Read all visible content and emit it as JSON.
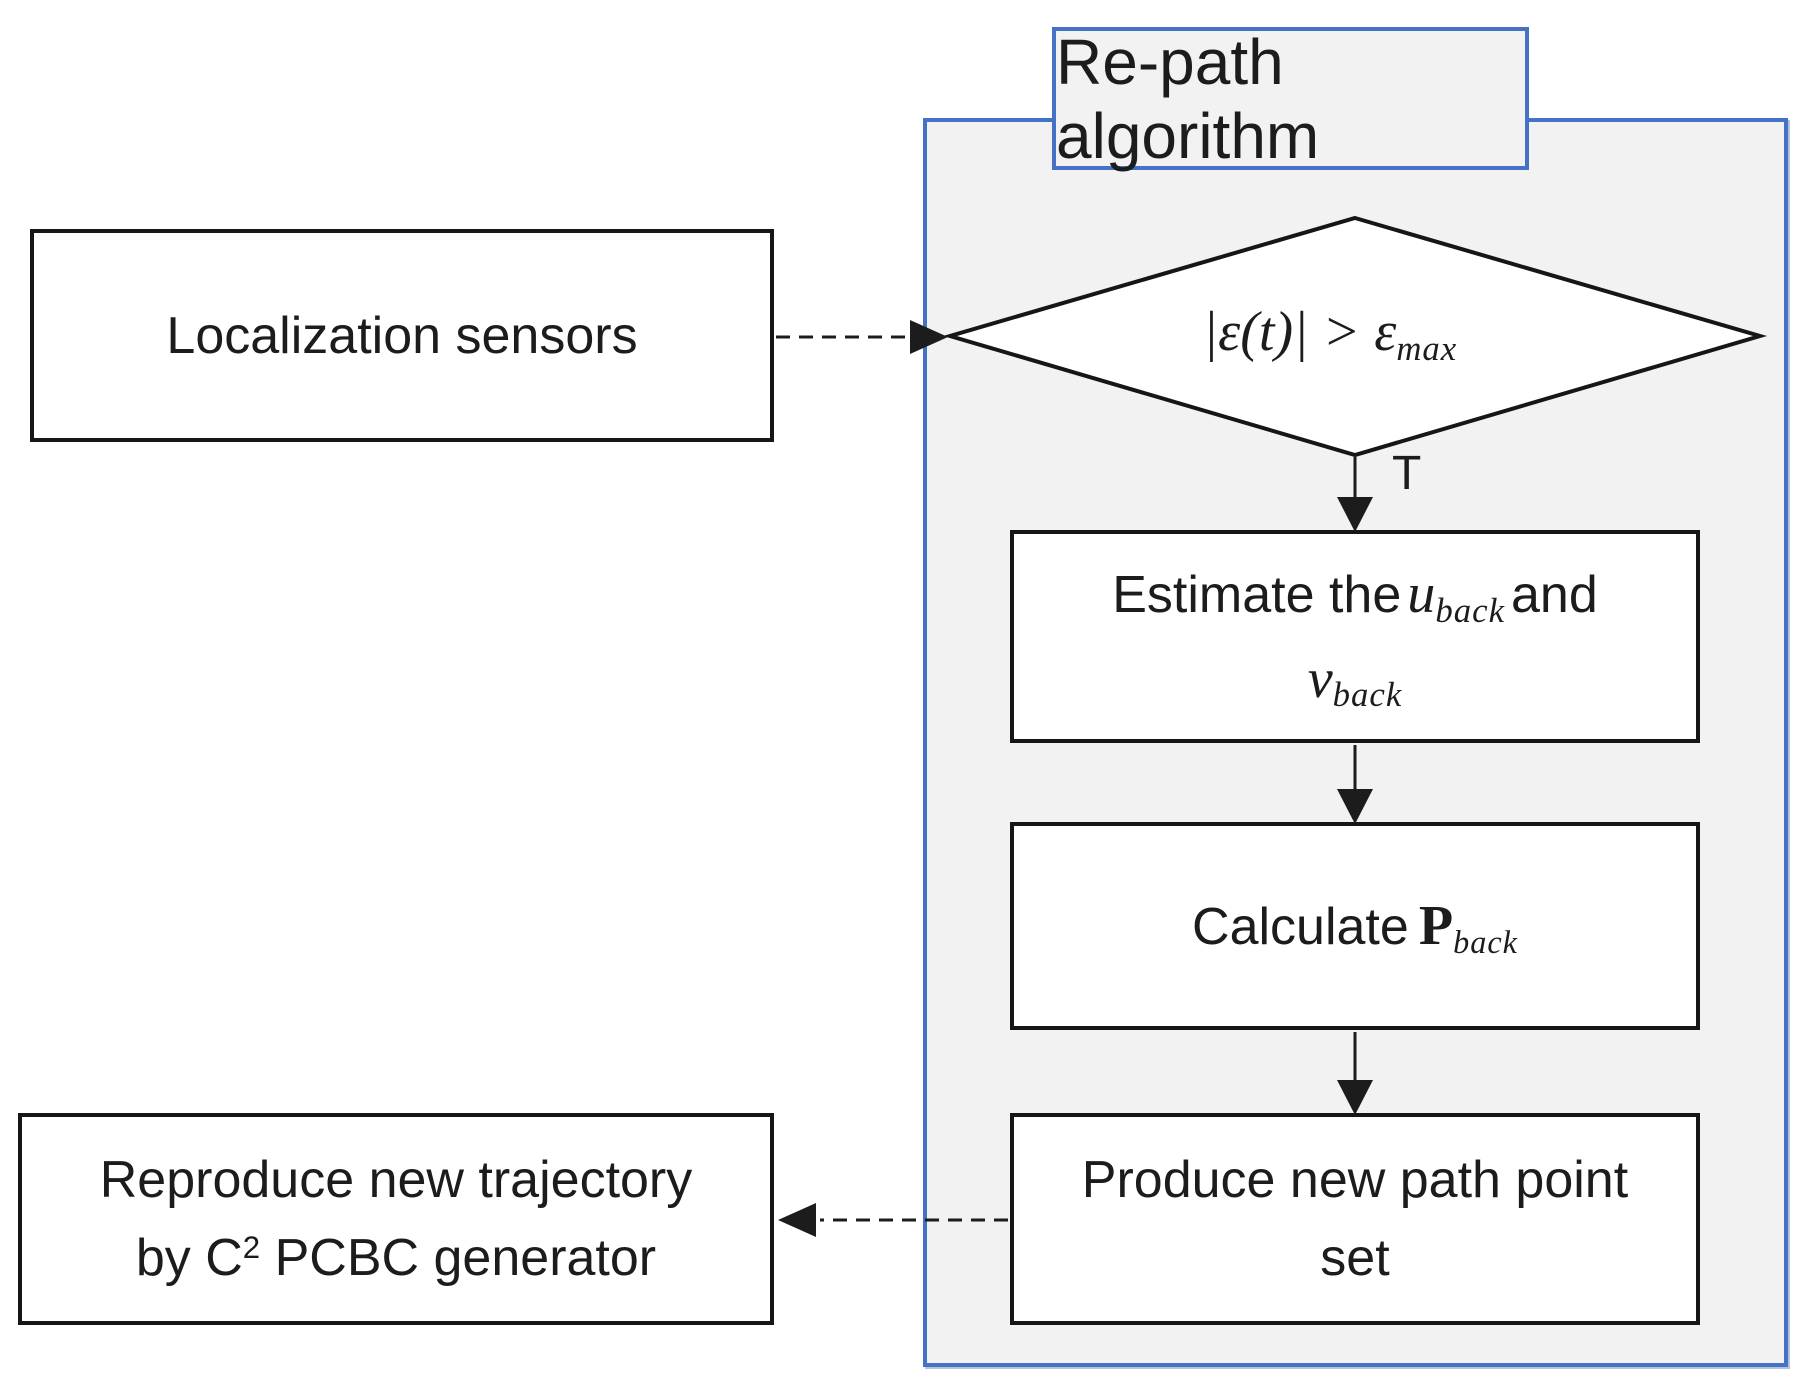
{
  "diagram": {
    "type": "flowchart",
    "colors": {
      "page_background": "#ffffff",
      "container_fill": "#f2f2f2",
      "container_border": "#4472c4",
      "node_fill": "#ffffff",
      "node_border": "#161616",
      "text": "#1c1c1c",
      "connector": "#1c1c1c"
    },
    "title_box": {
      "label": "Re-path algorithm"
    },
    "nodes": {
      "localization": {
        "label": "Localization sensors"
      },
      "decision": {
        "expr_main": "|ε(t)| > ε",
        "expr_sub": "max"
      },
      "estimate": {
        "line1_prefix": "Estimate the",
        "u_symbol": "u",
        "u_sub": "back",
        "line1_suffix": "and",
        "v_symbol": "v",
        "v_sub": "back"
      },
      "calculate": {
        "prefix": "Calculate",
        "p_symbol": "P",
        "p_sub": "back"
      },
      "produce": {
        "line1": "Produce new path point",
        "line2": "set"
      },
      "reproduce": {
        "line1": "Reproduce new trajectory",
        "line2_prefix": "by C",
        "line2_sup": "2",
        "line2_suffix": " PCBC generator"
      }
    },
    "edges": {
      "decision_true_label": "T",
      "localization_to_decision": "dashed",
      "decision_to_estimate": "solid",
      "estimate_to_calculate": "solid",
      "calculate_to_produce": "solid",
      "produce_to_reproduce": "dashed"
    }
  }
}
